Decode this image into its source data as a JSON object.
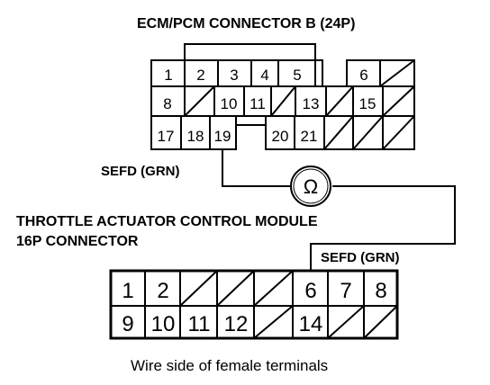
{
  "diagram": {
    "ecm_title": "ECM/PCM CONNECTOR B (24P)",
    "ecm_wire_label": "SEFD (GRN)",
    "tac_title_line1": "THROTTLE ACTUATOR CONTROL MODULE",
    "tac_title_line2": "16P CONNECTOR",
    "tac_wire_label": "SEFD (GRN)",
    "ohm_symbol": "Ω",
    "caption": "Wire side of female terminals"
  },
  "ecm_pins": {
    "row1": [
      "1",
      "2",
      "3",
      "4",
      "5",
      "",
      "6",
      "/"
    ],
    "row2": [
      "8",
      "/",
      "10",
      "11",
      "/",
      "13",
      "/",
      "15",
      "/"
    ],
    "row3": [
      "17",
      "18",
      "19",
      "",
      "20",
      "21",
      "/",
      "/",
      "/"
    ]
  },
  "tac_pins": {
    "row1": [
      "1",
      "2",
      "/",
      "/",
      "/",
      "6",
      "7",
      "8"
    ],
    "row2": [
      "9",
      "10",
      "11",
      "12",
      "14",
      "/",
      "/"
    ]
  }
}
